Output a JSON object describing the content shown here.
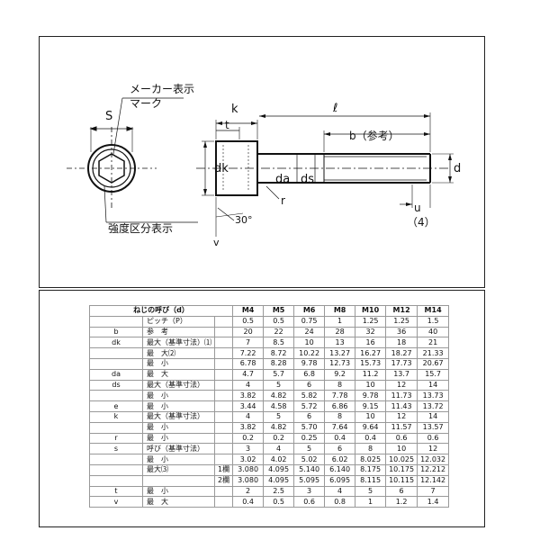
{
  "drawing": {
    "label_maker_mark_1": "メーカー表示",
    "label_maker_mark_2": "マーク",
    "label_S": "S",
    "label_k": "k",
    "label_t": "t",
    "label_l": "ℓ",
    "label_b": "b（参考）",
    "label_dk": "dk",
    "label_da": "da",
    "label_ds": "ds",
    "label_d": "d",
    "label_r": "r",
    "label_u": "u",
    "label_u_value": "（4）",
    "label_angle": "30°",
    "label_v": "v",
    "label_strength": "強度区分表示"
  },
  "table": {
    "header": {
      "label": "ねじの呼び（d）",
      "sizes": [
        "M4",
        "M5",
        "M6",
        "M8",
        "M10",
        "M12",
        "M14"
      ]
    },
    "rows": [
      {
        "sym": "",
        "label": "ピッチ（P）",
        "values": [
          "0.5",
          "0.5",
          "0.75",
          "1",
          "1.25",
          "1.25",
          "1.5"
        ]
      },
      {
        "sym": "b",
        "label": "参　考",
        "values": [
          "20",
          "22",
          "24",
          "28",
          "32",
          "36",
          "40"
        ]
      },
      {
        "sym": "dk",
        "label": "最大（基準寸法）⑴",
        "values": [
          "7",
          "8.5",
          "10",
          "13",
          "16",
          "18",
          "21"
        ]
      },
      {
        "sym": "",
        "label": "最　大⑵",
        "values": [
          "7.22",
          "8.72",
          "10.22",
          "13.27",
          "16.27",
          "18.27",
          "21.33"
        ]
      },
      {
        "sym": "",
        "label": "最　小",
        "values": [
          "6.78",
          "8.28",
          "9.78",
          "12.73",
          "15.73",
          "17.73",
          "20.67"
        ]
      },
      {
        "sym": "da",
        "label": "最　大",
        "values": [
          "4.7",
          "5.7",
          "6.8",
          "9.2",
          "11.2",
          "13.7",
          "15.7"
        ]
      },
      {
        "sym": "ds",
        "label": "最大（基準寸法）",
        "values": [
          "4",
          "5",
          "6",
          "8",
          "10",
          "12",
          "14"
        ]
      },
      {
        "sym": "",
        "label": "最　小",
        "values": [
          "3.82",
          "4.82",
          "5.82",
          "7.78",
          "9.78",
          "11.73",
          "13.73"
        ]
      },
      {
        "sym": "e",
        "label": "最　小",
        "values": [
          "3.44",
          "4.58",
          "5.72",
          "6.86",
          "9.15",
          "11.43",
          "13.72"
        ]
      },
      {
        "sym": "k",
        "label": "最大（基準寸法）",
        "values": [
          "4",
          "5",
          "6",
          "8",
          "10",
          "12",
          "14"
        ]
      },
      {
        "sym": "",
        "label": "最　小",
        "values": [
          "3.82",
          "4.82",
          "5.70",
          "7.64",
          "9.64",
          "11.57",
          "13.57"
        ]
      },
      {
        "sym": "r",
        "label": "最　小",
        "values": [
          "0.2",
          "0.2",
          "0.25",
          "0.4",
          "0.4",
          "0.6",
          "0.6"
        ]
      },
      {
        "sym": "s",
        "label": "呼び（基準寸法）",
        "values": [
          "3",
          "4",
          "5",
          "6",
          "8",
          "10",
          "12"
        ]
      },
      {
        "sym": "",
        "label": "最　小",
        "values": [
          "3.02",
          "4.02",
          "5.02",
          "6.02",
          "8.025",
          "10.025",
          "12.032"
        ]
      },
      {
        "sym": "",
        "label": "最大⑶",
        "sublabel": "1欄",
        "values": [
          "3.080",
          "4.095",
          "5.140",
          "6.140",
          "8.175",
          "10.175",
          "12.212"
        ]
      },
      {
        "sym": "",
        "label": "",
        "sublabel": "2欄",
        "values": [
          "3.080",
          "4.095",
          "5.095",
          "6.095",
          "8.115",
          "10.115",
          "12.142"
        ]
      },
      {
        "sym": "t",
        "label": "最　小",
        "values": [
          "2",
          "2.5",
          "3",
          "4",
          "5",
          "6",
          "7"
        ]
      },
      {
        "sym": "v",
        "label": "最　大",
        "values": [
          "0.4",
          "0.5",
          "0.6",
          "0.8",
          "1",
          "1.2",
          "1.4"
        ]
      }
    ]
  }
}
